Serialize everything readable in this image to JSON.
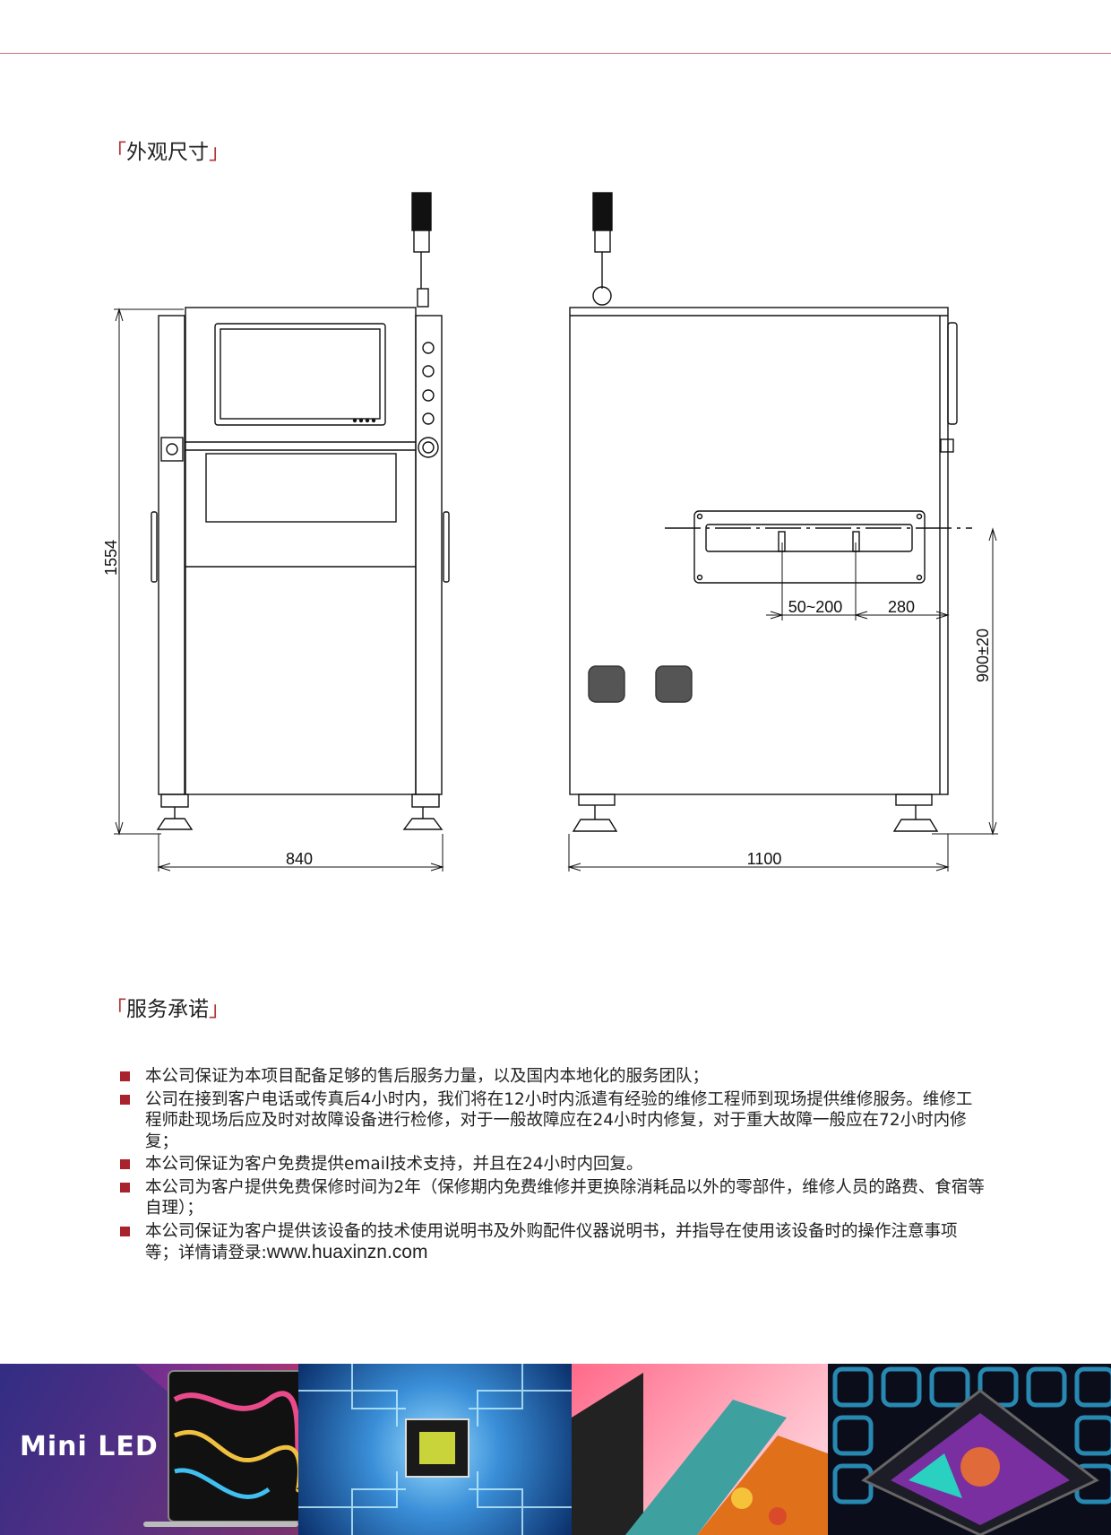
{
  "sections": {
    "dimensions": {
      "title": "外观尺寸"
    },
    "service": {
      "title": "服务承诺"
    }
  },
  "drawing": {
    "dims": {
      "front_height": "1554",
      "front_width": "840",
      "side_width": "1100",
      "side_height": "900±20",
      "range": "50~200",
      "offset": "280"
    }
  },
  "service_items": [
    "本公司保证为本项目配备足够的售后服务力量，以及国内本地化的服务团队；",
    "公司在接到客户电话或传真后4小时内，我们将在12小时内派遣有经验的维修工程师到现场提供维修服务。维修工程师赴现场后应及时对故障设备进行检修，对于一般故障应在24小时内修复，对于重大故障一般应在72小时内修复；",
    "本公司保证为客户免费提供email技术支持，并且在24小时内回复。",
    "本公司为客户提供免费保修时间为2年（保修期内免费维修并更换除消耗品以外的零部件，维修人员的路费、食宿等自理）；",
    "本公司保证为客户提供该设备的技术使用说明书及外购配件仪器说明书，并指导在使用该设备时的操作注意事项等；详情请登录:"
  ],
  "website": "www.huaxinzn.com",
  "banner": {
    "label": "Mini LED"
  },
  "colors": {
    "accent": "#a8232b",
    "rule": "#c9737c"
  }
}
